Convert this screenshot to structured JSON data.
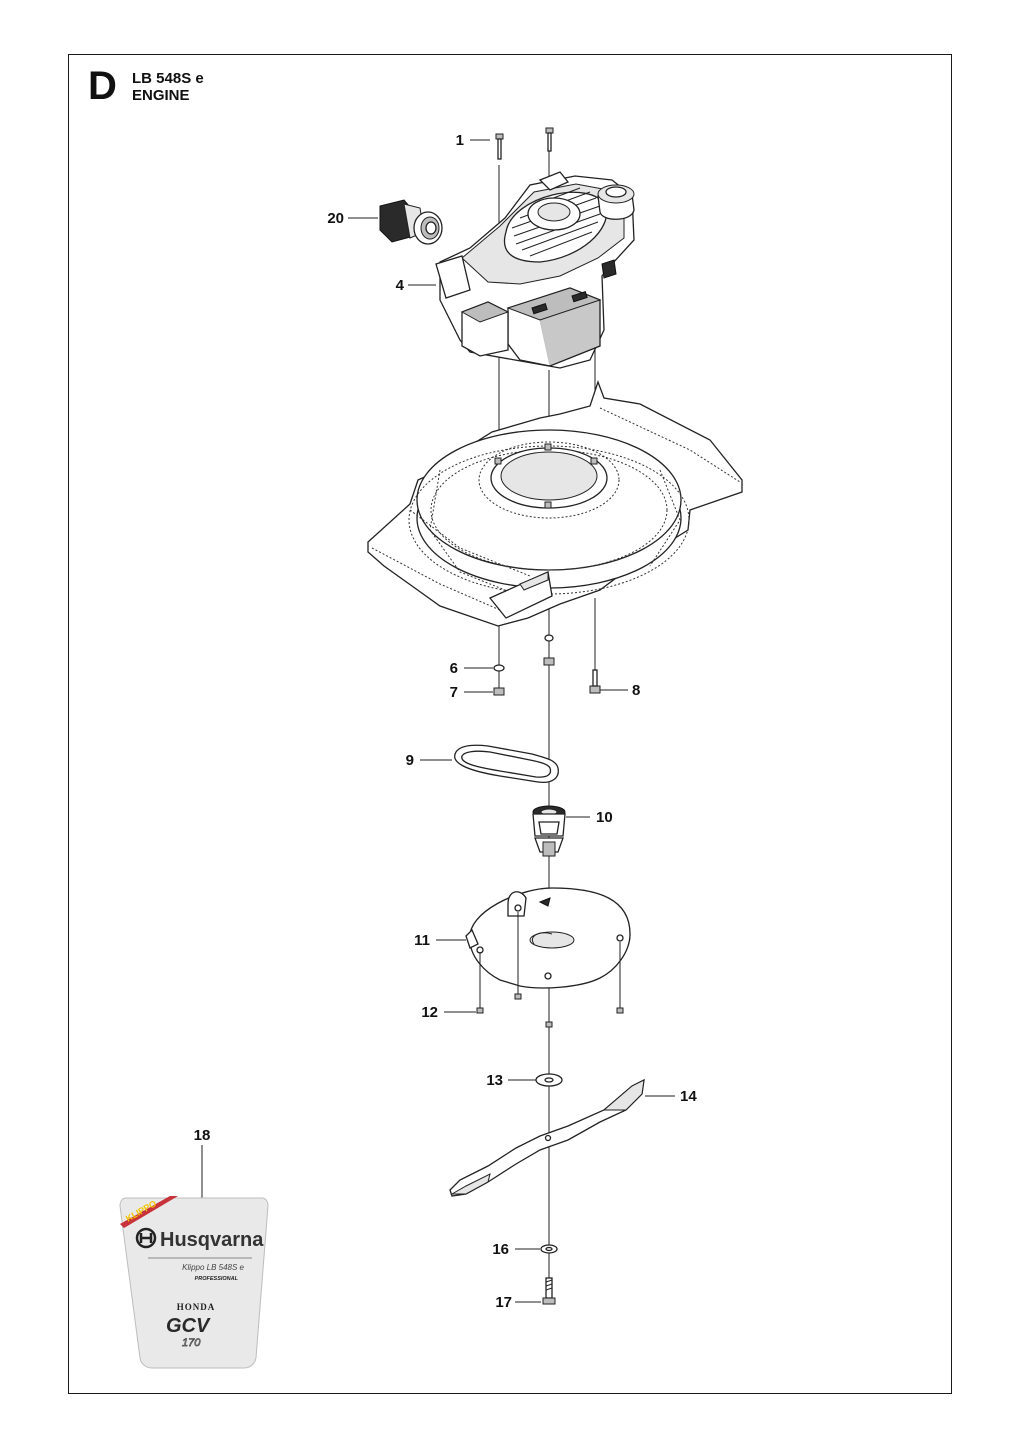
{
  "header": {
    "section_letter": "D",
    "model": "LB 548S e",
    "group": "ENGINE"
  },
  "callouts": [
    "1",
    "20",
    "4",
    "6",
    "7",
    "8",
    "9",
    "10",
    "11",
    "12",
    "13",
    "14",
    "18",
    "16",
    "17"
  ],
  "decal": {
    "ribbon": "KLIPPO",
    "brand": "Husqvarna",
    "model_line": "Klippo LB 548S e",
    "edition": "PROFESSIONAL",
    "engine_make": "HONDA",
    "engine_model": "GCV",
    "engine_number": "170"
  }
}
